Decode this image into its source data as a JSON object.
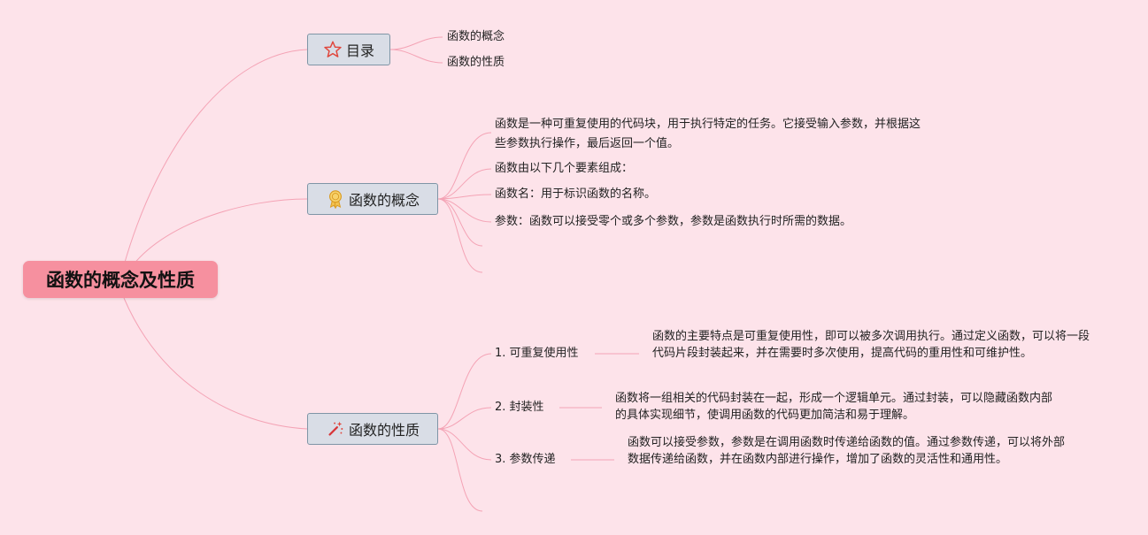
{
  "root": {
    "label": "函数的概念及性质"
  },
  "toc": {
    "label": "目录",
    "icon": "star-icon",
    "items": [
      "函数的概念",
      "函数的性质"
    ]
  },
  "concept": {
    "label": "函数的概念",
    "icon": "award-ribbon-icon",
    "items": [
      "函数是一种可重复使用的代码块，用于执行特定的任务。它接受输入参数，并根据这些参数执行操作，最后返回一个值。",
      "函数由以下几个要素组成：",
      "函数名：用于标识函数的名称。",
      "参数：函数可以接受零个或多个参数，参数是函数执行时所需的数据。"
    ]
  },
  "properties": {
    "label": "函数的性质",
    "icon": "magic-wand-icon",
    "subs": [
      {
        "label": "1. 可重复使用性",
        "detail": "函数的主要特点是可重复使用性，即可以被多次调用执行。通过定义函数，可以将一段代码片段封装起来，并在需要时多次使用，提高代码的重用性和可维护性。"
      },
      {
        "label": "2. 封装性",
        "detail": "函数将一组相关的代码封装在一起，形成一个逻辑单元。通过封装，可以隐藏函数内部的具体实现细节，使调用函数的代码更加简洁和易于理解。"
      },
      {
        "label": "3. 参数传递",
        "detail": "函数可以接受参数，参数是在调用函数时传递给函数的值。通过参数传递，可以将外部数据传递给函数，并在函数内部进行操作，增加了函数的灵活性和通用性。"
      }
    ]
  },
  "colors": {
    "background": "#fde3ea",
    "root_fill": "#f6909f",
    "branch_fill": "#d9dde6",
    "branch_border": "#7f95a6",
    "link": "#f4a3b5"
  }
}
